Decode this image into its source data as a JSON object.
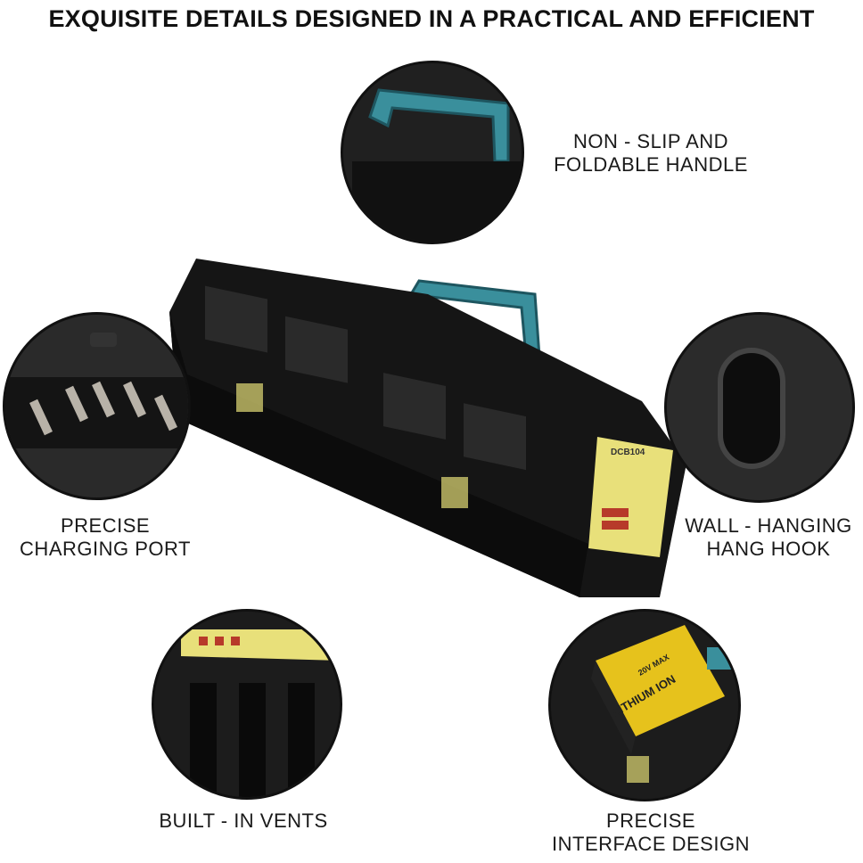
{
  "title": "EXQUISITE DETAILS DESIGNED IN A PRACTICAL AND EFFICIENT",
  "features": [
    {
      "line1": "NON - SLIP AND",
      "line2": "FOLDABLE HANDLE"
    },
    {
      "line1": "PRECISE",
      "line2": "CHARGING PORT"
    },
    {
      "line1": "WALL - HANGING",
      "line2": "HANG HOOK"
    },
    {
      "line1": "BUILT - IN VENTS",
      "line2": ""
    },
    {
      "line1": "PRECISE",
      "line2": "INTERFACE DESIGN"
    }
  ],
  "product": {
    "model_label": "DCB104",
    "battery_label": "LITHIUM ION",
    "battery_voltage": "20V MAX"
  },
  "colors": {
    "body": "#151515",
    "handle": "#3a8f9c",
    "label": "#e8e07a"
  }
}
